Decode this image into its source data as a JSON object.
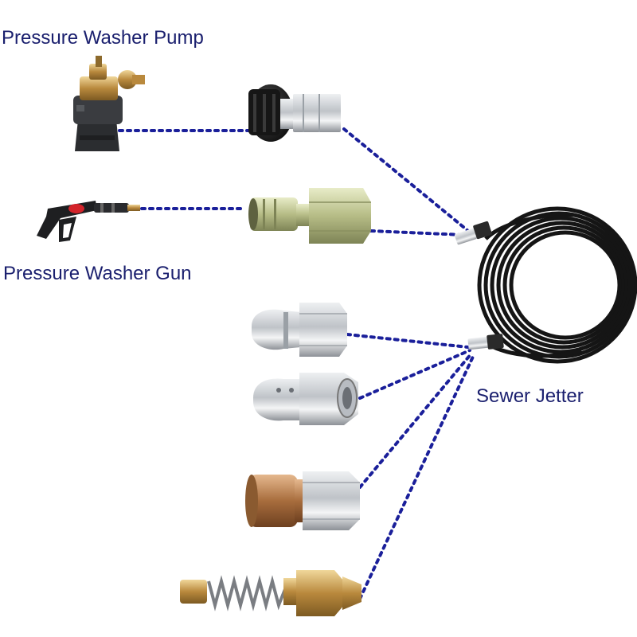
{
  "labels": {
    "pump": "Pressure Washer Pump",
    "gun": "Pressure Washer Gun",
    "jetter": "Sewer Jetter"
  },
  "colors": {
    "label": "#1a1f6e",
    "connector_line": "#1a1f9a",
    "hose": "#151515",
    "stainless": "#c9ccd0",
    "brass": "#c7a15a",
    "copper": "#b37a4a"
  },
  "components": [
    {
      "id": "pump",
      "icon": "pressure-washer-pump-icon"
    },
    {
      "id": "gun",
      "icon": "pressure-washer-gun-icon"
    },
    {
      "id": "m22-coupler",
      "icon": "m22-twist-coupler-icon"
    },
    {
      "id": "quick-plug",
      "icon": "quick-connect-plug-icon"
    },
    {
      "id": "hose",
      "icon": "sewer-jetter-hose-icon"
    },
    {
      "id": "nozzle-bullet",
      "icon": "bullet-jetter-nozzle-icon"
    },
    {
      "id": "nozzle-button",
      "icon": "button-jetter-nozzle-icon"
    },
    {
      "id": "nozzle-rotating",
      "icon": "rotating-jetter-nozzle-icon"
    },
    {
      "id": "nozzle-spring",
      "icon": "spring-jetter-nozzle-icon"
    }
  ]
}
